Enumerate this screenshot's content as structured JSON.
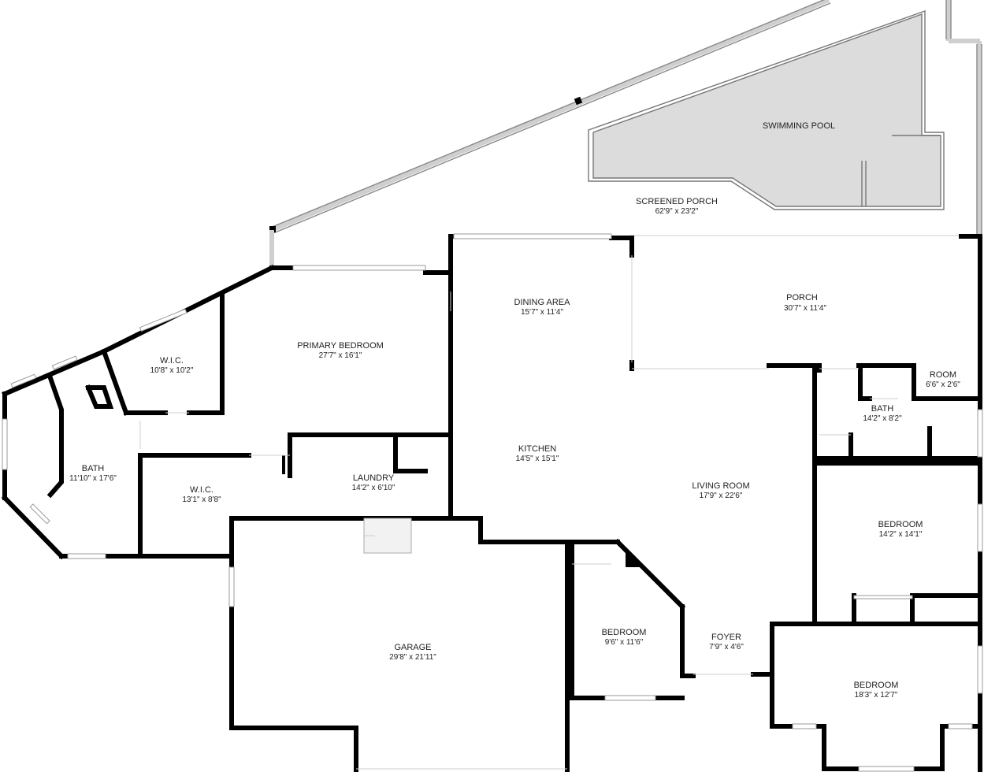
{
  "rooms": [
    {
      "key": "pool",
      "name": "SWIMMING POOL",
      "dims": ""
    },
    {
      "key": "screened_porch",
      "name": "SCREENED PORCH",
      "dims": "62'9\" x 23'2\""
    },
    {
      "key": "porch",
      "name": "PORCH",
      "dims": "30'7\" x 11'4\""
    },
    {
      "key": "dining",
      "name": "DINING AREA",
      "dims": "15'7\" x 11'4\""
    },
    {
      "key": "primary_bedroom",
      "name": "PRIMARY BEDROOM",
      "dims": "27'7\" x 16'1\""
    },
    {
      "key": "wic_1",
      "name": "W.I.C.",
      "dims": "10'8\" x 10'2\""
    },
    {
      "key": "room",
      "name": "ROOM",
      "dims": "6'6\" x 2'6\""
    },
    {
      "key": "bath_2",
      "name": "BATH",
      "dims": "14'2\" x 8'2\""
    },
    {
      "key": "kitchen",
      "name": "KITCHEN",
      "dims": "14'5\" x 15'1\""
    },
    {
      "key": "bath_1",
      "name": "BATH",
      "dims": "11'10\" x 17'6\""
    },
    {
      "key": "wic_2",
      "name": "W.I.C.",
      "dims": "13'1\" x 8'8\""
    },
    {
      "key": "laundry",
      "name": "LAUNDRY",
      "dims": "14'2\" x 6'10\""
    },
    {
      "key": "living",
      "name": "LIVING ROOM",
      "dims": "17'9\" x 22'6\""
    },
    {
      "key": "bedroom_2",
      "name": "BEDROOM",
      "dims": "14'2\" x 14'1\""
    },
    {
      "key": "garage",
      "name": "GARAGE",
      "dims": "29'8\" x 21'11\""
    },
    {
      "key": "bedroom_1",
      "name": "BEDROOM",
      "dims": "9'6\" x 11'6\""
    },
    {
      "key": "foyer",
      "name": "FOYER",
      "dims": "7'9\" x 4'6\""
    },
    {
      "key": "bedroom_3",
      "name": "BEDROOM",
      "dims": "18'3\" x 12'7\""
    }
  ]
}
